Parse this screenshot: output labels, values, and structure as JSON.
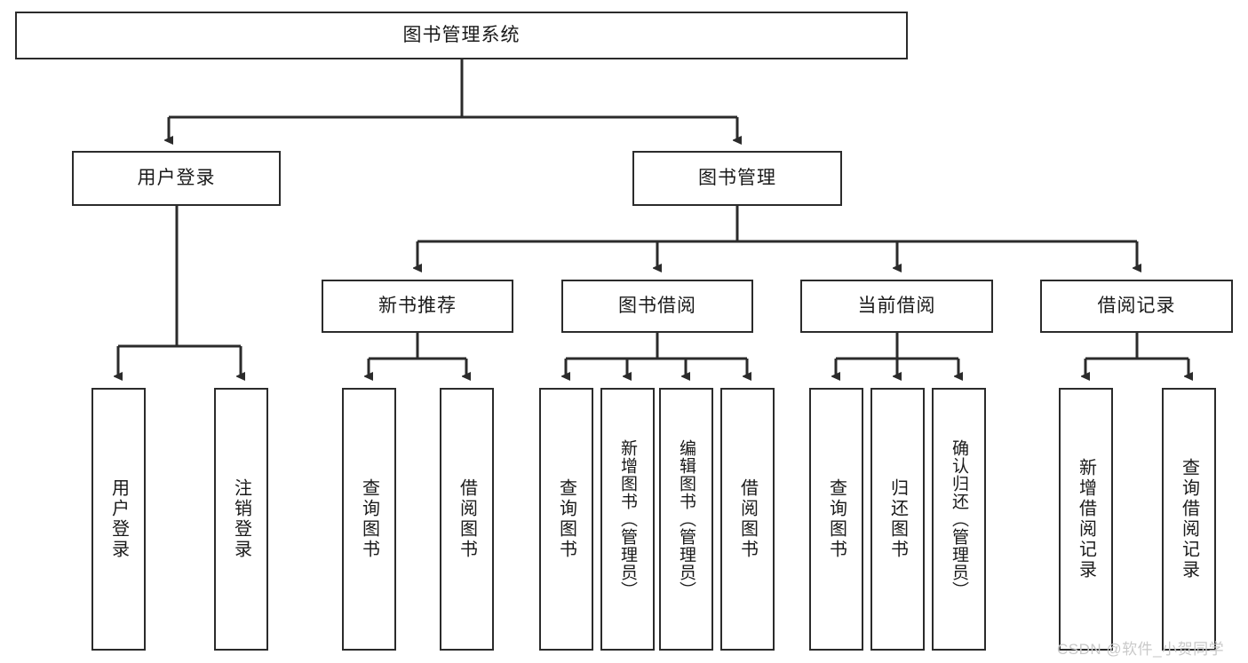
{
  "diagram": {
    "type": "tree-hierarchy-chart",
    "title": "图书管理系统",
    "stroke_color": "#2b2b2b",
    "background_color": "#ffffff",
    "text_color": "#1a1a1a",
    "levels": {
      "root": {
        "label": "图书管理系统"
      },
      "level2": [
        {
          "label": "用户登录"
        },
        {
          "label": "图书管理"
        }
      ],
      "level3": [
        {
          "label": "新书推荐"
        },
        {
          "label": "图书借阅"
        },
        {
          "label": "当前借阅"
        },
        {
          "label": "借阅记录"
        }
      ],
      "leaves": {
        "user_login": [
          {
            "label": "用户登录"
          },
          {
            "label": "注销登录"
          }
        ],
        "new_book_recommend": [
          {
            "label": "查询图书"
          },
          {
            "label": "借阅图书"
          }
        ],
        "book_borrow": [
          {
            "label": "查询图书"
          },
          {
            "label": "新增图书（管理员）"
          },
          {
            "label": "编辑图书（管理员）"
          },
          {
            "label": "借阅图书"
          }
        ],
        "current_borrow": [
          {
            "label": "查询图书"
          },
          {
            "label": "归还图书"
          },
          {
            "label": "确认归还（管理员）"
          }
        ],
        "borrow_record": [
          {
            "label": "新增借阅记录"
          },
          {
            "label": "查询借阅记录"
          }
        ]
      }
    }
  },
  "watermark": {
    "text": "CSDN @软件_小贺同学",
    "color": "#c9c9c9"
  }
}
